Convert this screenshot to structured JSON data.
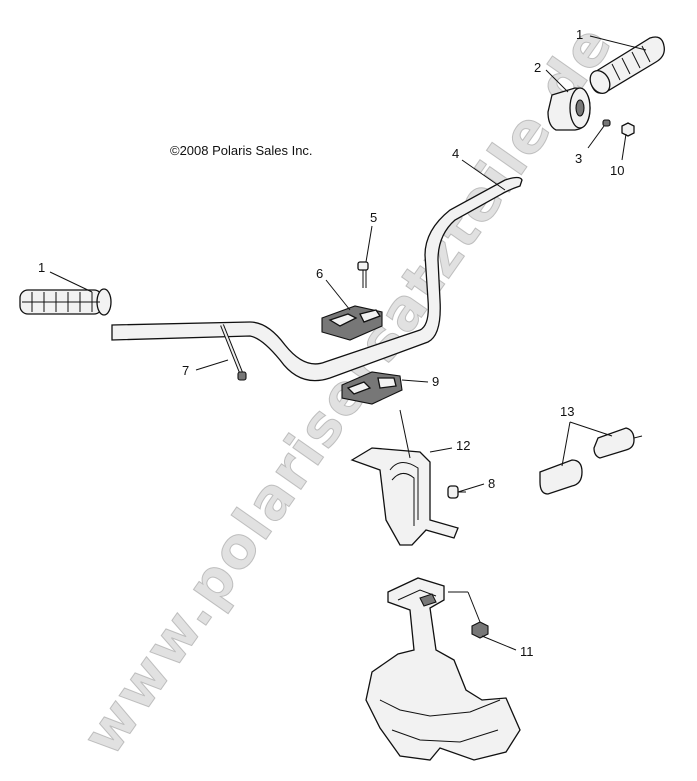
{
  "copyright": "©2008 Polaris Sales Inc.",
  "watermark": "www.polarisersatzteile.de",
  "callouts": [
    {
      "id": "1a",
      "text": "1"
    },
    {
      "id": "1b",
      "text": "1"
    },
    {
      "id": "2",
      "text": "2"
    },
    {
      "id": "3",
      "text": "3"
    },
    {
      "id": "10",
      "text": "10"
    },
    {
      "id": "4",
      "text": "4"
    },
    {
      "id": "5",
      "text": "5"
    },
    {
      "id": "6",
      "text": "6"
    },
    {
      "id": "7",
      "text": "7"
    },
    {
      "id": "9",
      "text": "9"
    },
    {
      "id": "12",
      "text": "12"
    },
    {
      "id": "8",
      "text": "8"
    },
    {
      "id": "13",
      "text": "13"
    },
    {
      "id": "11",
      "text": "11"
    }
  ]
}
